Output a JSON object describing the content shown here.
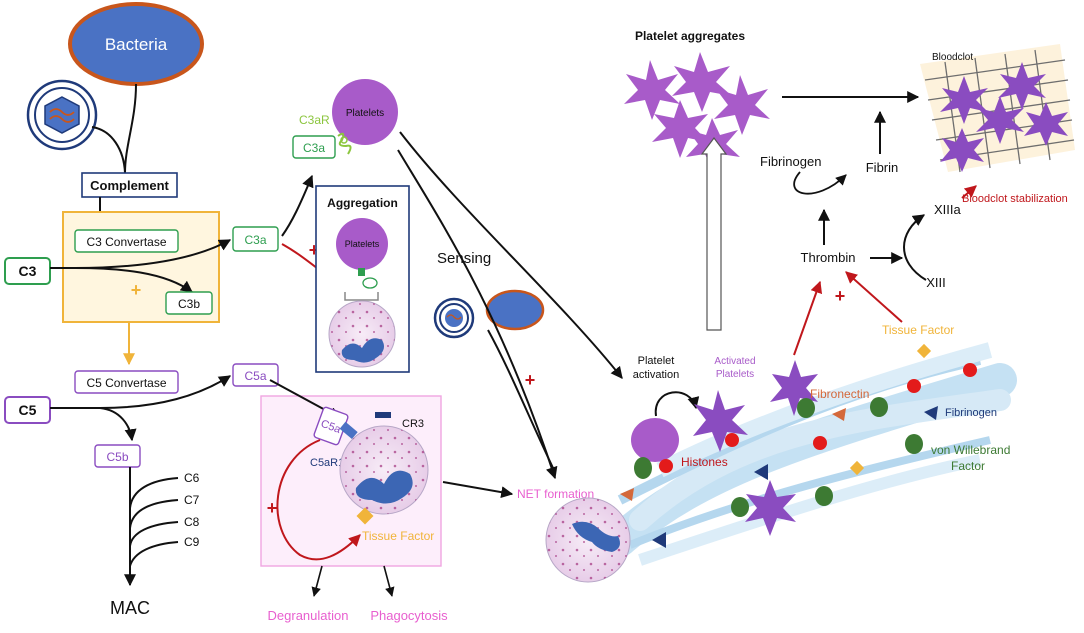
{
  "labels": {
    "bacteria": "Bacteria",
    "complement": "Complement",
    "c3_convertase": "C3 Convertase",
    "c3": "C3",
    "c3a": "C3a",
    "c3b": "C3b",
    "plus": "+",
    "c5_convertase": "C5 Convertase",
    "c5": "C5",
    "c5a": "C5a",
    "c5b": "C5b",
    "c6": "C6",
    "c7": "C7",
    "c8": "C8",
    "c9": "C9",
    "mac": "MAC",
    "c3ar": "C3aR",
    "platelets": "Platelets",
    "aggregation": "Aggregation",
    "sensing": "Sensing",
    "cr3": "CR3",
    "c5ar1": "C5aR1",
    "tissue_factor": "Tissue Factor",
    "degranulation": "Degranulation",
    "phagocytosis": "Phagocytosis",
    "net_formation": "NET formation",
    "platelet_aggregates": "Platelet aggregates",
    "platelet_activation_line1": "Platelet",
    "platelet_activation_line2": "activation",
    "activated_platelets_line1": "Activated",
    "activated_platelets_line2": "Platelets",
    "histones": "Histones",
    "fibronectin": "Fibronectin",
    "fibrinogen": "Fibrinogen",
    "von_willebrand_line1": "von Willebrand",
    "von_willebrand_line2": "Factor",
    "fibrin": "Fibrin",
    "thrombin": "Thrombin",
    "xiiia": "XIIIa",
    "xiii": "XIII",
    "bloodclot": "Bloodclot",
    "bloodclot_stabilization": "Bloodclot stabilization"
  },
  "colors": {
    "green": "#2e9e4f",
    "purple": "#8a4cc0",
    "navy": "#1f3a7a",
    "pink": "#e85fcf",
    "orange": "#f0b43a",
    "red": "#c0171c",
    "bacteria_blue": "#4a72c4",
    "bacteria_ring": "#c8561c",
    "platelet_violet": "#a85bc9",
    "cell_pink": "#f1def0",
    "nucleus_blue": "#3c66b4",
    "net_blue": "#bcdcf1",
    "fibronectin_color": "#d4683a",
    "vwf_green": "#3d7a33"
  }
}
